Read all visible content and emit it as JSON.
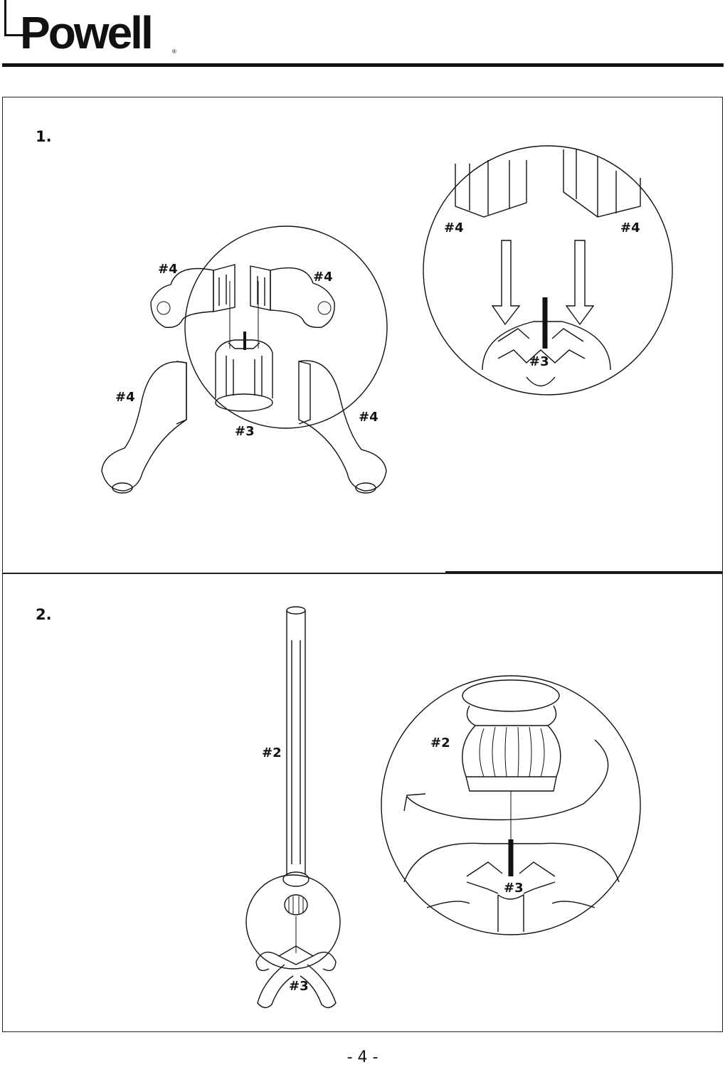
{
  "brand": {
    "name": "Powell",
    "registered_mark": "®"
  },
  "steps": [
    {
      "number": "1.",
      "labels": {
        "leg": "#4",
        "base": "#3"
      }
    },
    {
      "number": "2.",
      "labels": {
        "column": "#2",
        "base": "#3"
      }
    }
  ],
  "footer": {
    "page_number": "- 4 -"
  }
}
